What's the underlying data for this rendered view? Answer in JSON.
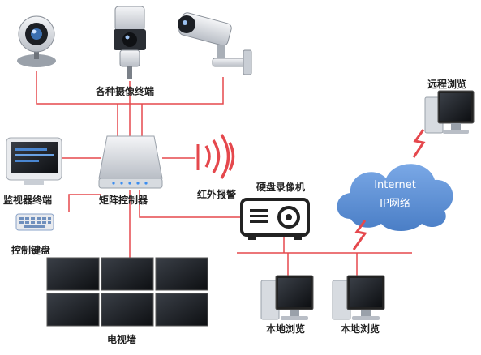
{
  "labels": {
    "cameras": "各种摄像终端",
    "monitor_terminal": "监视器终端",
    "matrix_controller": "矩阵控制器",
    "infrared_alarm": "红外报警",
    "dvr": "硬盘录像机",
    "keyboard": "控制键盘",
    "video_wall": "电视墙",
    "remote_browse": "远程浏览",
    "local_browse_1": "本地浏览",
    "local_browse_2": "本地浏览",
    "cloud_line1": "Internet",
    "cloud_line2": "IP网络"
  },
  "colors": {
    "connector": "#e5484d",
    "cloud": "#5b8fd2",
    "lightning": "#e5484d"
  }
}
